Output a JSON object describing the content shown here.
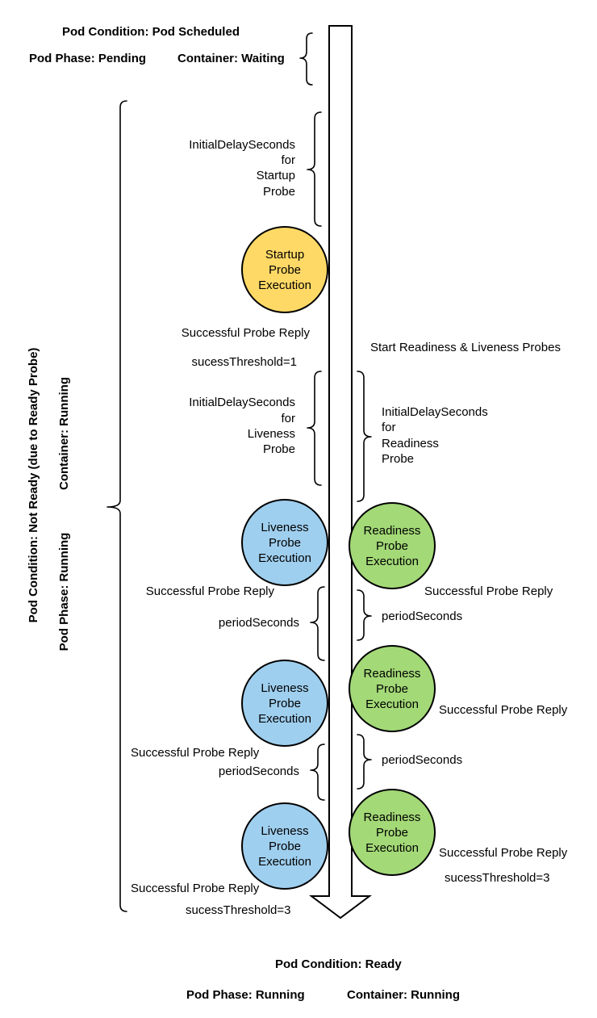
{
  "header": {
    "pod_condition": "Pod Condition: Pod Scheduled",
    "pod_phase": "Pod Phase: Pending",
    "container": "Container: Waiting"
  },
  "left_side": {
    "pod_condition": "Pod Condition: Not Ready (due to Ready Probe)",
    "container": "Container: Running",
    "pod_phase": "Pod Phase: Running"
  },
  "startup": {
    "delay_lines": [
      "InitialDelaySeconds",
      "for",
      "Startup",
      "Probe"
    ],
    "circle_lines": [
      "Startup",
      "Probe",
      "Execution"
    ],
    "reply": "Successful Probe Reply",
    "threshold": "sucessThreshold=1"
  },
  "start_readiness_liveness": "Start Readiness & Liveness Probes",
  "liveness": {
    "delay_lines": [
      "InitialDelaySeconds",
      "for",
      "Liveness",
      "Probe"
    ],
    "circle_lines": [
      "Liveness",
      "Probe",
      "Execution"
    ],
    "reply_1": "Successful Probe Reply",
    "period_1": "periodSeconds",
    "reply_2": "Successful Probe Reply",
    "period_2": "periodSeconds",
    "reply_3": "Successful Probe Reply",
    "threshold": "sucessThreshold=3"
  },
  "readiness": {
    "delay_lines": [
      "InitialDelaySeconds",
      "for",
      "Readiness",
      "Probe"
    ],
    "circle_lines": [
      "Readiness",
      "Probe",
      "Execution"
    ],
    "reply_1": "Successful Probe Reply",
    "period_1": "periodSeconds",
    "reply_2": "Successful Probe Reply",
    "period_2": "periodSeconds",
    "reply_3": "Successful Probe Reply",
    "threshold": "sucessThreshold=3"
  },
  "footer": {
    "pod_condition": "Pod Condition: Ready",
    "pod_phase": "Pod Phase: Running",
    "container": "Container: Running"
  },
  "colors": {
    "startup_fill": "#FFD966",
    "liveness_fill": "#9FCFEF",
    "readiness_fill": "#A3D977"
  }
}
